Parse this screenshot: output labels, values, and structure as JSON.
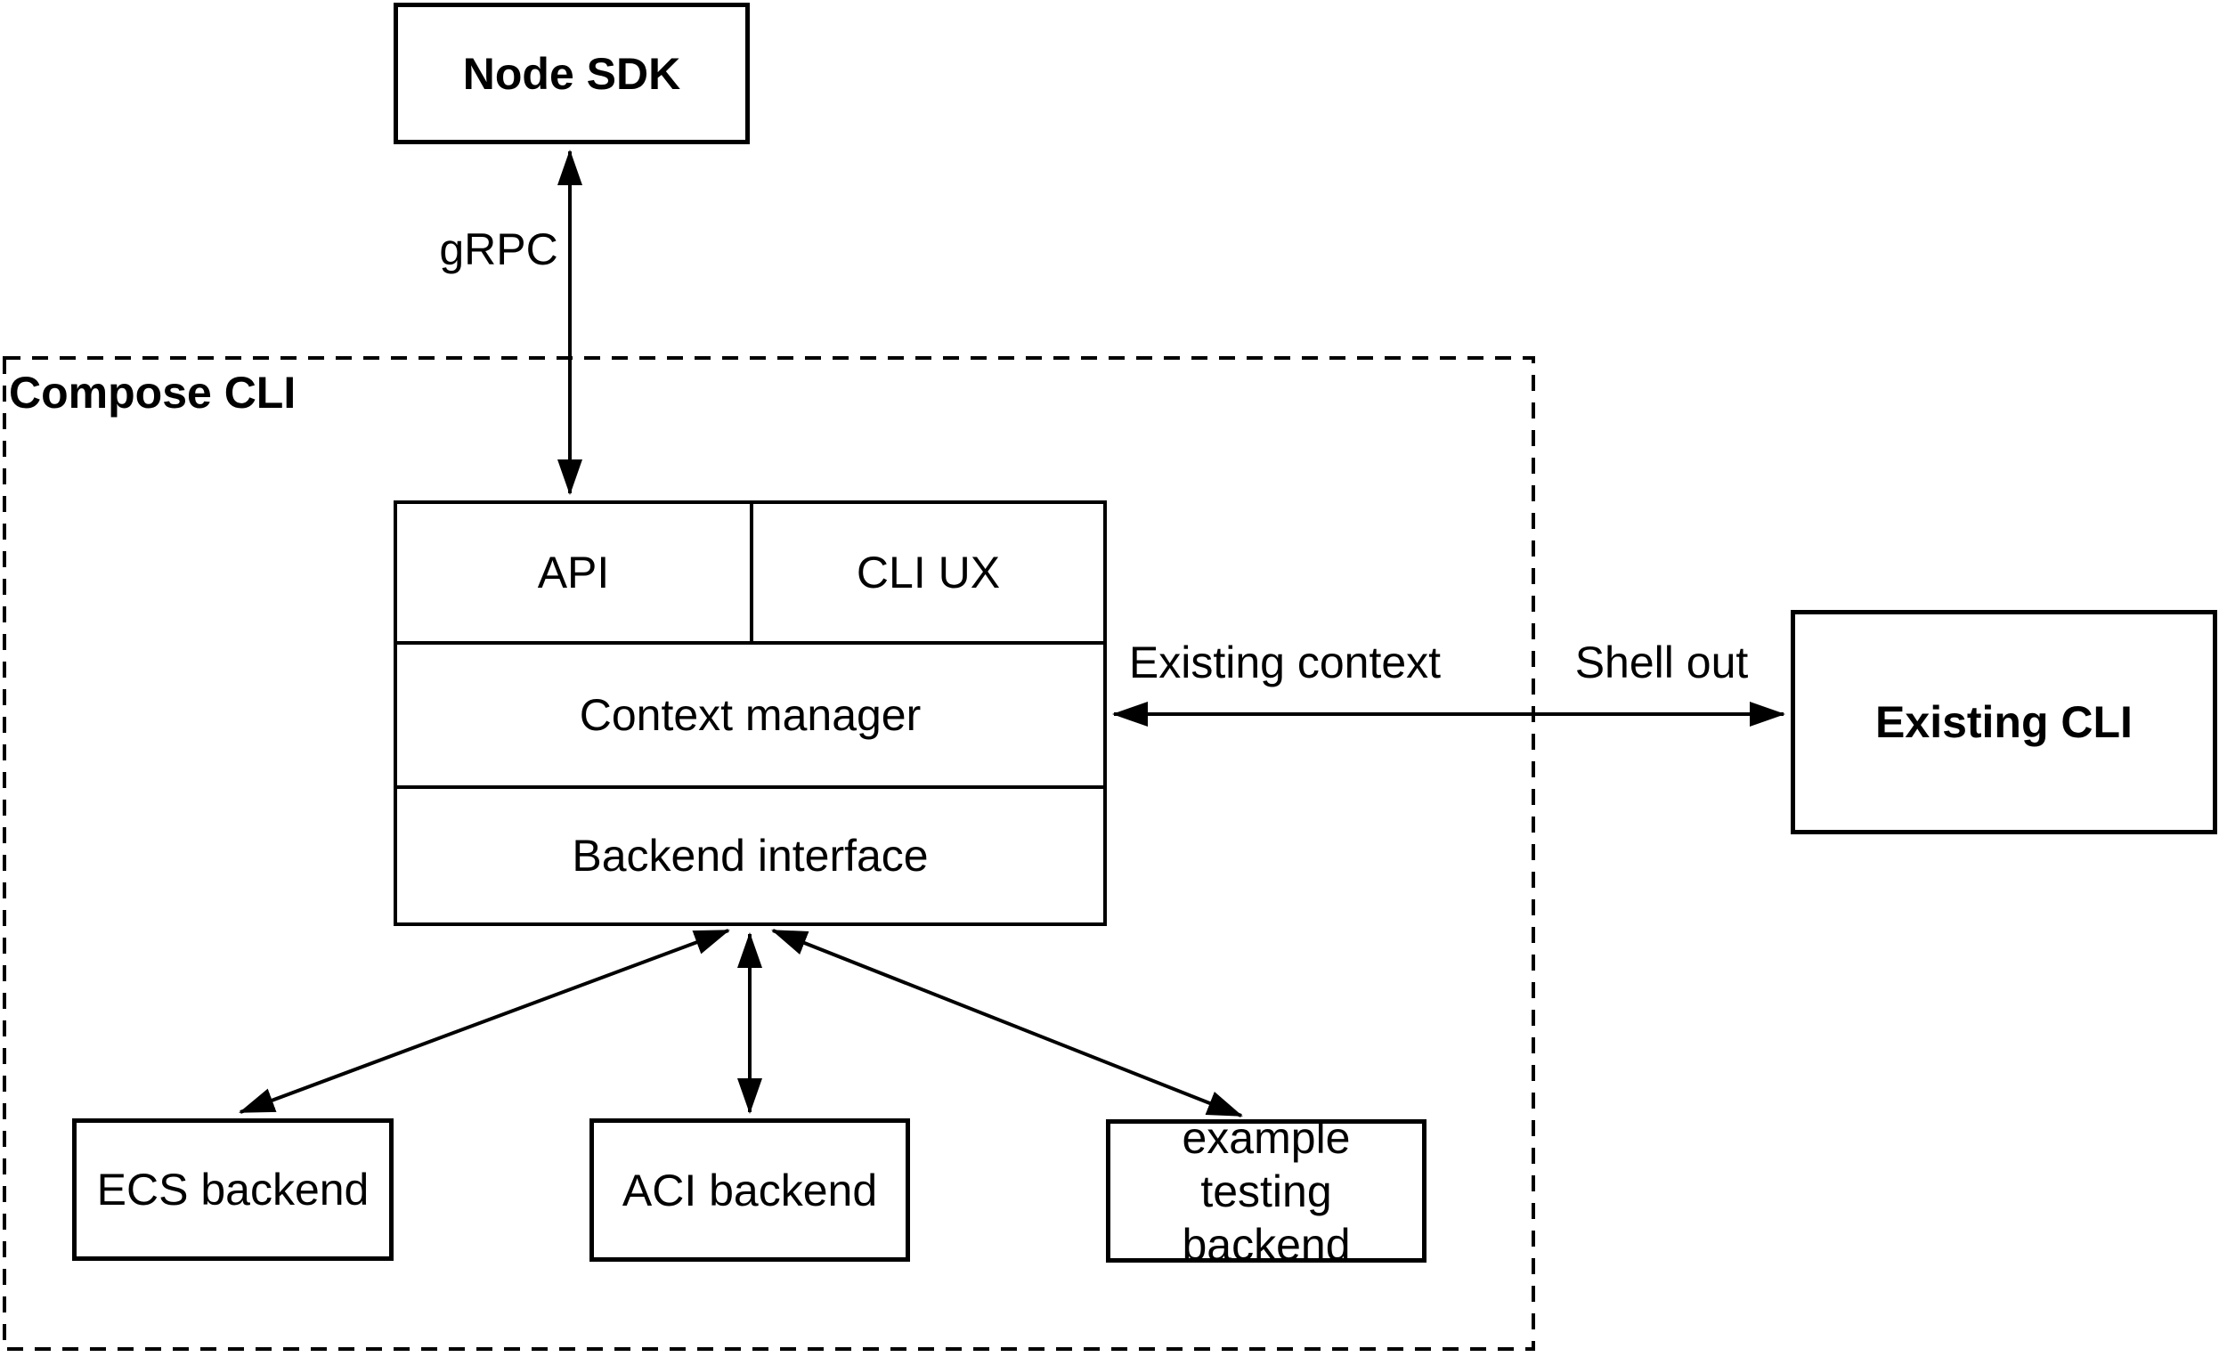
{
  "colors": {
    "stroke": "#000000",
    "background": "#ffffff"
  },
  "container": {
    "label": "Compose CLI"
  },
  "nodes": {
    "node_sdk": {
      "label": "Node SDK"
    },
    "api": {
      "label": "API"
    },
    "cli_ux": {
      "label": "CLI UX"
    },
    "context_manager": {
      "label": "Context manager"
    },
    "backend_interface": {
      "label": "Backend interface"
    },
    "existing_cli": {
      "label": "Existing CLI"
    },
    "ecs_backend": {
      "label": "ECS backend"
    },
    "aci_backend": {
      "label": "ACI backend"
    },
    "example_testing_backend": {
      "label": "example testing\nbackend"
    }
  },
  "edges": {
    "grpc": {
      "label": "gRPC"
    },
    "existing_context": {
      "label": "Existing context"
    },
    "shell_out": {
      "label": "Shell out"
    }
  }
}
